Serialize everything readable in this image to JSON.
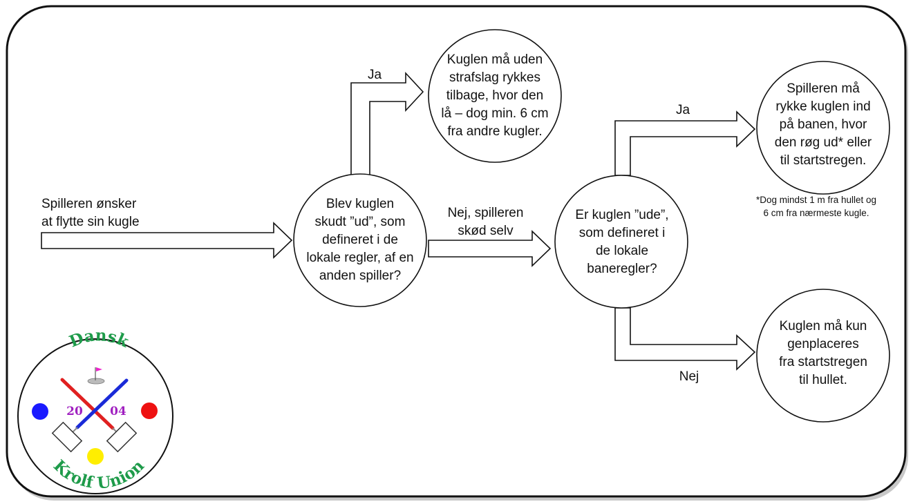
{
  "diagram": {
    "nodes": {
      "start": {
        "text": "Spilleren ønsker\nat flytte sin kugle"
      },
      "q1": {
        "text": "Blev kuglen\nskudt ”ud”, som\ndefineret i de\nlokale regler, af en\nanden spiller?"
      },
      "a1": {
        "text": "Kuglen må uden\nstrafslag rykkes\ntilbage, hvor den\nlå – dog min. 6 cm\nfra andre kugler."
      },
      "q2": {
        "text": "Er kuglen ”ude”,\nsom defineret i\nde lokale\nbaneregler?"
      },
      "a2": {
        "text": "Spilleren må\nrykke kuglen ind\npå banen, hvor\nden røg ud* eller\ntil startstregen."
      },
      "a3": {
        "text": "Kuglen må kun\ngenplaceres\nfra startstregen\ntil hullet."
      }
    },
    "edges": {
      "q1_yes": "Ja",
      "q1_no": "Nej, spilleren\nskød selv",
      "q2_yes": "Ja",
      "q2_no": "Nej"
    },
    "footnote": "*Dog mindst 1 m fra hullet og\n6 cm fra nærmeste kugle."
  },
  "logo": {
    "top_text": "Dansk",
    "bottom_text": "Krolf Union",
    "year_left": "20",
    "year_right": "04",
    "colors": {
      "text_green": "#1e9b4a",
      "year_purple": "#a020c0",
      "ball_blue": "#1a1aff",
      "ball_red": "#ee1111",
      "ball_yellow": "#ffee00",
      "mallet_red": "#e02020",
      "mallet_blue": "#1a2ad8",
      "flag_magenta": "#ee22cc"
    }
  }
}
